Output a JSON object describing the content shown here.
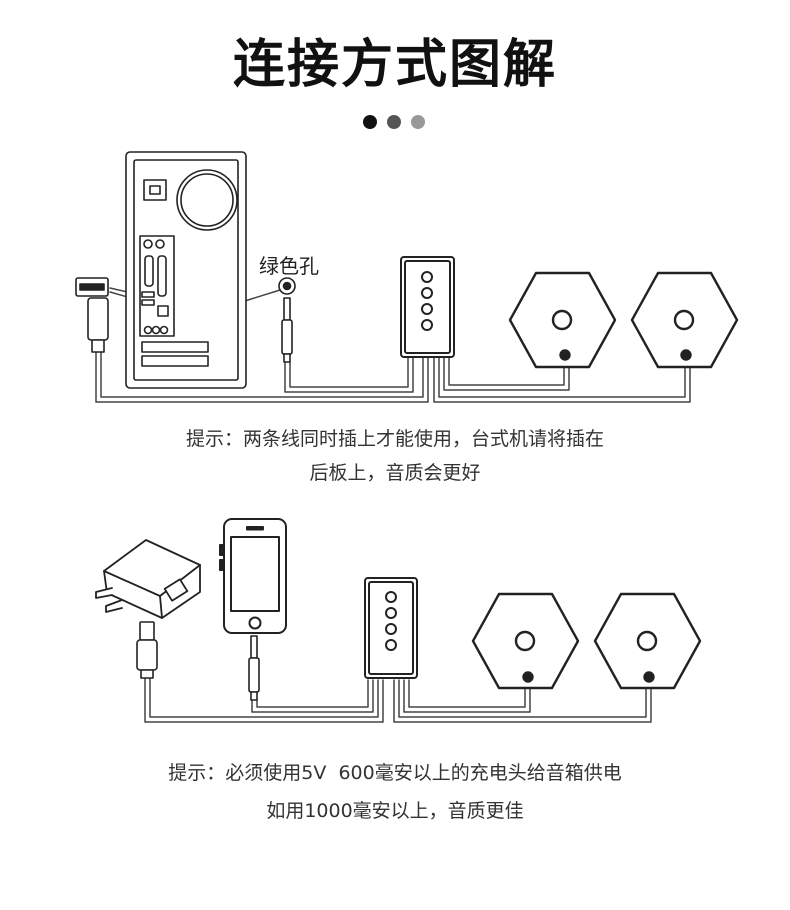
{
  "title": "连接方式图解",
  "accent_colors": {
    "dot1": "#111111",
    "dot2": "#555555",
    "dot3": "#999999"
  },
  "section1": {
    "port_label": "绿色孔",
    "tip_line1": "提示：两条线同时插上才能使用，台式机请将插在",
    "tip_line2": "后板上，音质会更好"
  },
  "section2": {
    "tip_line1": "提示：必须使用5V  600毫安以上的充电头给音箱供电",
    "tip_line2": "如用1000毫安以上，音质更佳"
  }
}
